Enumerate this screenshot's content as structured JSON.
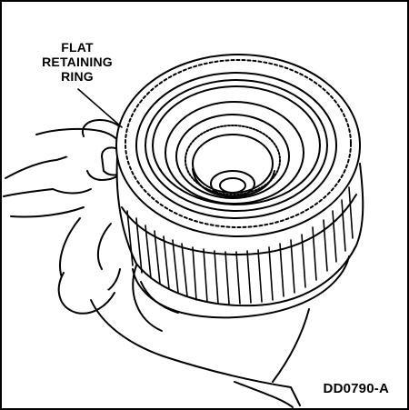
{
  "callout": {
    "line1": "FLAT",
    "line2": "RETAINING",
    "line3": "RING"
  },
  "figure_code": "DD0790-A",
  "stroke_color": "#000000",
  "fill_color": "#ffffff"
}
